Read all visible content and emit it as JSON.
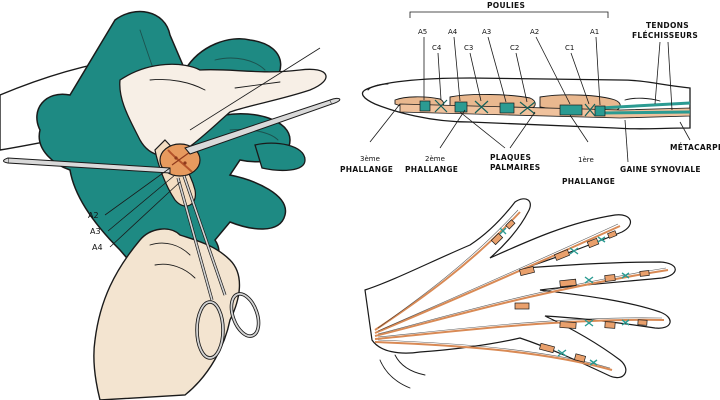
{
  "colors": {
    "glove": "#1e8a83",
    "glove_dark": "#146a64",
    "skin": "#f3ddc2",
    "tissue": "#e79a5e",
    "tendon": "#e0a177",
    "tendon_green": "#2b9b92",
    "pulley": "#2b9b92",
    "bone": "#f0d0a8",
    "metal": "#c9c9c9"
  },
  "surgery": {
    "pulley_labels": [
      "A2",
      "A3",
      "A4"
    ]
  },
  "finger": {
    "header": "POULIES",
    "pulleys_top": [
      "A5",
      "A4",
      "A3",
      "A2",
      "A1"
    ],
    "pulleys_cruciate": [
      "C4",
      "C3",
      "C2",
      "C1"
    ],
    "right_label_line1": "TENDONS",
    "right_label_line2": "FLÉCHISSEURS",
    "metacarpe": "MÉTACARPE",
    "gaine": "GAINE SYNOVIALE",
    "phal3_line1": "3ème",
    "phal3_line2": "PHALLANGE",
    "phal2_line1": "2ème",
    "phal2_line2": "PHALLANGE",
    "plaques_line1": "PLAQUES",
    "plaques_line2": "PALMAIRES",
    "phal1_line1": "1ère",
    "phal1_line2": "PHALLANGE"
  },
  "hand_diagram": {
    "fingers": 4
  }
}
